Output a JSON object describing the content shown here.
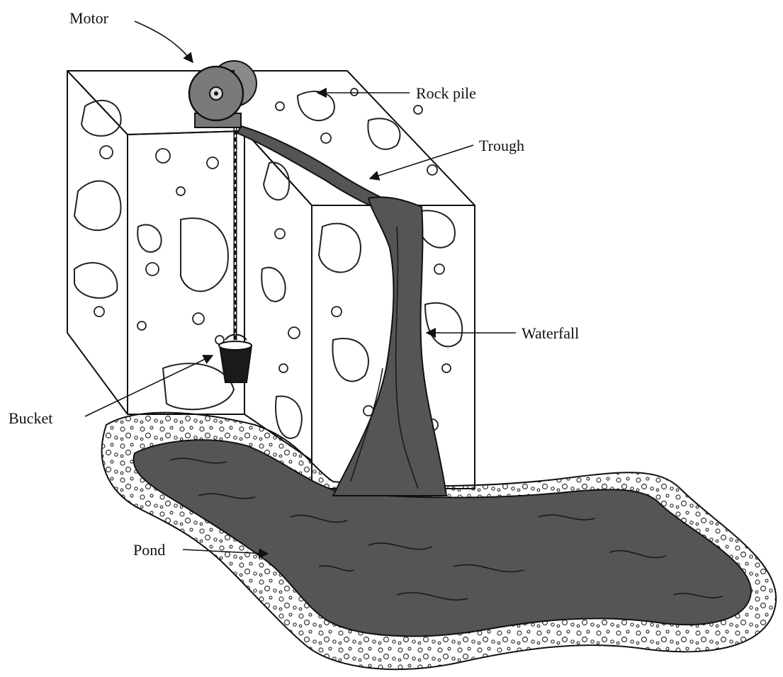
{
  "diagram": {
    "labels": {
      "motor": "Motor",
      "rock_pile": "Rock pile",
      "trough": "Trough",
      "waterfall": "Waterfall",
      "bucket": "Bucket",
      "pond": "Pond"
    },
    "colors": {
      "water": "#555555",
      "rock_face": "#ebebeb",
      "rock_face_light": "#f6f6f6",
      "outline": "#111111"
    }
  }
}
